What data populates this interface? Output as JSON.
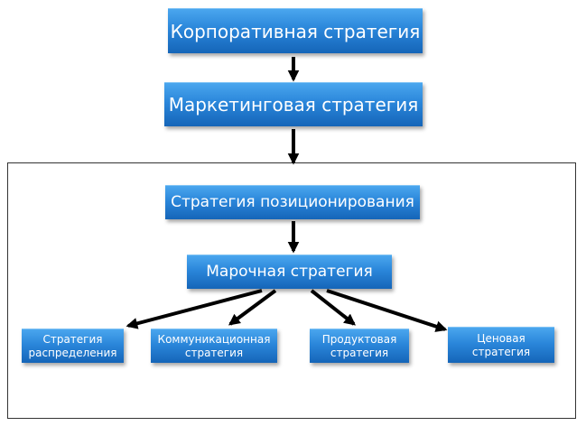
{
  "nodes": {
    "corporate": "Корпоративная стратегия",
    "marketing": "Маркетинговая стратегия",
    "positioning": "Стратегия позиционирования",
    "brand": "Марочная стратегия",
    "distribution": "Стратегия распределения",
    "communication": "Коммуникационная стратегия",
    "product": "Продуктовая стратегия",
    "pricing": "Ценовая стратегия"
  },
  "colors": {
    "box_top": "#4aa6ee",
    "box_bottom": "#1565b8",
    "text": "#ffffff",
    "arrow": "#000000",
    "frame": "#333333"
  }
}
